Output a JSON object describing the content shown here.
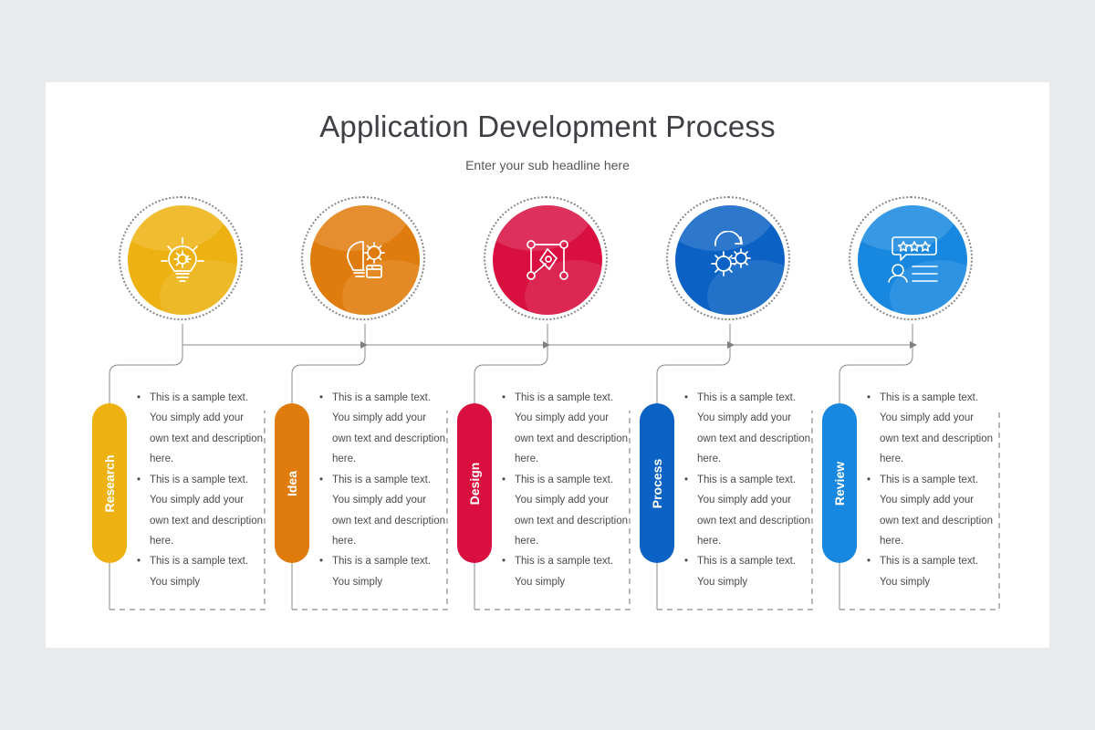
{
  "slide": {
    "title": "Application Development Process",
    "subtitle": "Enter your sub headline here"
  },
  "steps": [
    {
      "label": "Research",
      "color": "#edb211",
      "color2": "#f2c52c",
      "icon": "lightbulb-gear-icon",
      "bullets": [
        "This is a sample text. You simply add your own text and description here.",
        "This is a sample text. You simply add your own text and description here.",
        "This is a sample text. You simply"
      ]
    },
    {
      "label": "Idea",
      "color": "#e07c0e",
      "color2": "#ef8c14",
      "icon": "bulb-gear-box-icon",
      "bullets": [
        "This is a sample text. You simply add your own text and description here.",
        "This is a sample text. You simply add your own text and description here.",
        "This is a sample text. You simply"
      ]
    },
    {
      "label": "Design",
      "color": "#d80f3f",
      "color2": "#e4174b",
      "icon": "pen-tool-icon",
      "bullets": [
        "This is a sample text. You simply add your own text and description here.",
        "This is a sample text. You simply add your own text and description here.",
        "This is a sample text. You simply"
      ]
    },
    {
      "label": "Process",
      "color": "#0b62c4",
      "color2": "#1170d2",
      "icon": "gears-refresh-icon",
      "bullets": [
        "This is a sample text. You simply add your own text and description here.",
        "This is a sample text. You simply add your own text and description here.",
        "This is a sample text. You simply"
      ]
    },
    {
      "label": "Review",
      "color": "#1787e0",
      "color2": "#2294ec",
      "icon": "review-stars-icon",
      "bullets": [
        "This is a sample text. You simply add your own text and description here.",
        "This is a sample text. You simply add your own text and description here.",
        "This is a sample text. You simply"
      ]
    }
  ]
}
